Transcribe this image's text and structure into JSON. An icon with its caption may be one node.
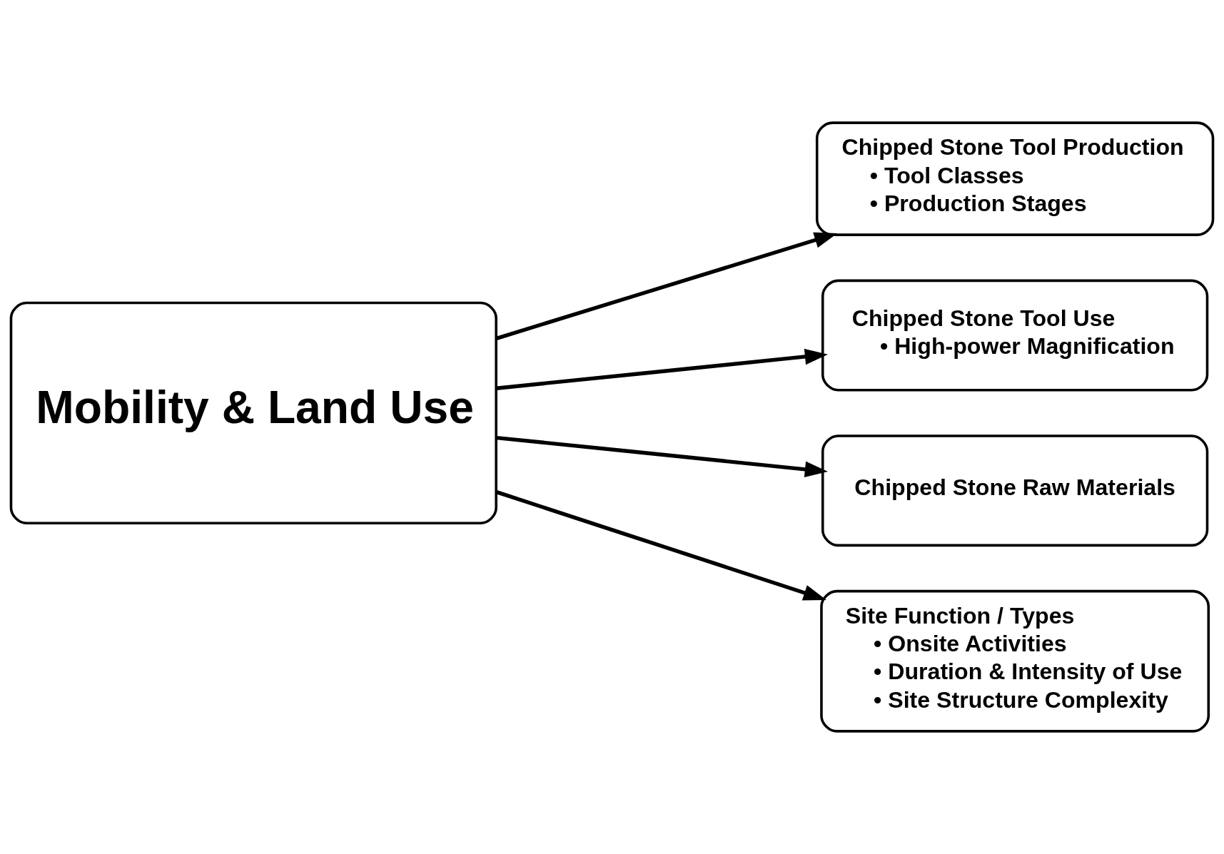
{
  "diagram": {
    "nodes": [
      {
        "text": [
          "Mobility & Land Use"
        ]
      },
      {
        "text": [
          "Chipped Stone Tool Production",
          "• Tool Classes",
          "• Production Stages"
        ]
      },
      {
        "text": [
          "Chipped Stone Tool Use",
          "• High-power Magnification"
        ]
      },
      {
        "text": [
          "Chipped Stone Raw Materials"
        ]
      },
      {
        "text": [
          "Site Function / Types",
          "• Onsite Activities",
          "• Duration & Intensity of Use",
          "• Site Structure Complexity"
        ]
      }
    ],
    "edges": [
      {
        "from": 0,
        "to": 1,
        "arrow": "to"
      },
      {
        "from": 0,
        "to": 2,
        "arrow": "to"
      },
      {
        "from": 0,
        "to": 3,
        "arrow": "to"
      },
      {
        "from": 0,
        "to": 4,
        "arrow": "to"
      }
    ]
  }
}
